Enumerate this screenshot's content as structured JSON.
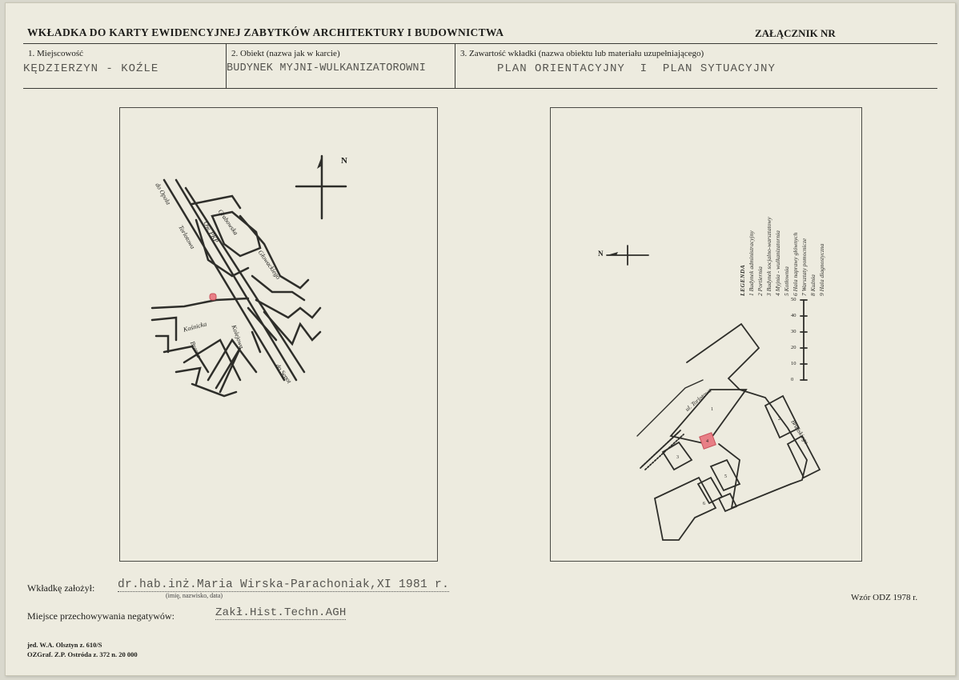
{
  "header": {
    "title": "WKŁADKA DO KARTY EWIDENCYJNEJ ZABYTKÓW ARCHITEKTURY I BUDOWNICTWA",
    "attachment_label": "ZAŁĄCZNIK NR"
  },
  "fields": {
    "location_label": "1. Miejscowość",
    "location_value": "KĘDZIERZYN - KOŹLE",
    "object_label": "2. Obiekt (nazwa jak w karcie)",
    "object_value": "BUDYNEK MYJNI-WULKANIZATOROWNI",
    "content_label": "3. Zawartość wkładki (nazwa obiektu lub materiału uzupełniającego)",
    "content_value": "PLAN ORIENTACYJNY  I  PLAN SYTUACYJNY"
  },
  "map_left": {
    "north": "N",
    "streets": [
      "do Opola",
      "Torlotowa",
      "Ow. PKP",
      "Grabowska",
      "Głowackiego",
      "Kośnicka",
      "Kolejowa",
      "Brama",
      "do Sępot"
    ]
  },
  "map_right": {
    "north": "N",
    "legend_title": "LEGENDA",
    "legend_items": [
      "1 Budynek administracyjny",
      "2 Portiernia",
      "3 Budynek socjalno-warsztatowy",
      "4 Myjnia - wulkanizatornia",
      "5 Kotłownia",
      "6 Hala naprawy głównych",
      "7 Warsztaty pomocnicze",
      "8 Kuźnia",
      "9 Hala diagnostyczna"
    ],
    "scale_labels": [
      "0",
      "10",
      "20",
      "30",
      "40",
      "50"
    ],
    "street_1": "ul. Torlotowa",
    "street_2": "Brańskiego",
    "building_numbers": [
      "1",
      "2",
      "3",
      "4",
      "5",
      "6"
    ]
  },
  "footer": {
    "author_label": "Wkładkę założył:",
    "author_value": "dr.hab.inż.Maria Wirska-Parachoniak,XI 1981 r.",
    "author_hint": "(imię, nazwisko, data)",
    "form_label": "Wzór ODZ 1978 r.",
    "storage_label": "Miejsce przechowywania negatywów:",
    "storage_value": "Zakł.Hist.Techn.AGH",
    "print_line_1": "jed. W.A. Olsztyn z. 610/S",
    "print_line_2": "OZGraf. Z.P. Ostróda z. 372 n. 20 000"
  },
  "colors": {
    "paper": "#edebdf",
    "ink": "#1d1d1a",
    "typewriter": "#55544f",
    "highlight": "#e87f86"
  }
}
